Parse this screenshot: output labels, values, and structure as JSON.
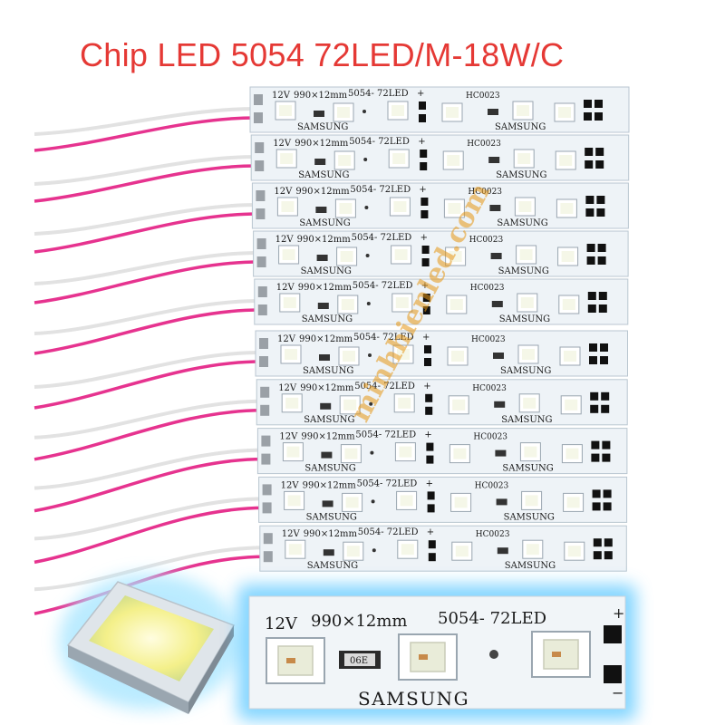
{
  "title": "Chip LED 5054 72LED/M-18W/C",
  "strip": {
    "voltage": "12V",
    "size": "990×12mm",
    "model": "5054- 72LED",
    "code": "HC0023",
    "brand": "SAMSUNG",
    "plus": "+",
    "minus": "−",
    "resistor_label": "06E"
  },
  "strip_count": 10,
  "watermark": "minhhienled.com",
  "colors": {
    "title": "#e53935",
    "wire_pink": "#e6338f",
    "pcb": "#eef3f7",
    "glow": "#7fd3ff"
  }
}
